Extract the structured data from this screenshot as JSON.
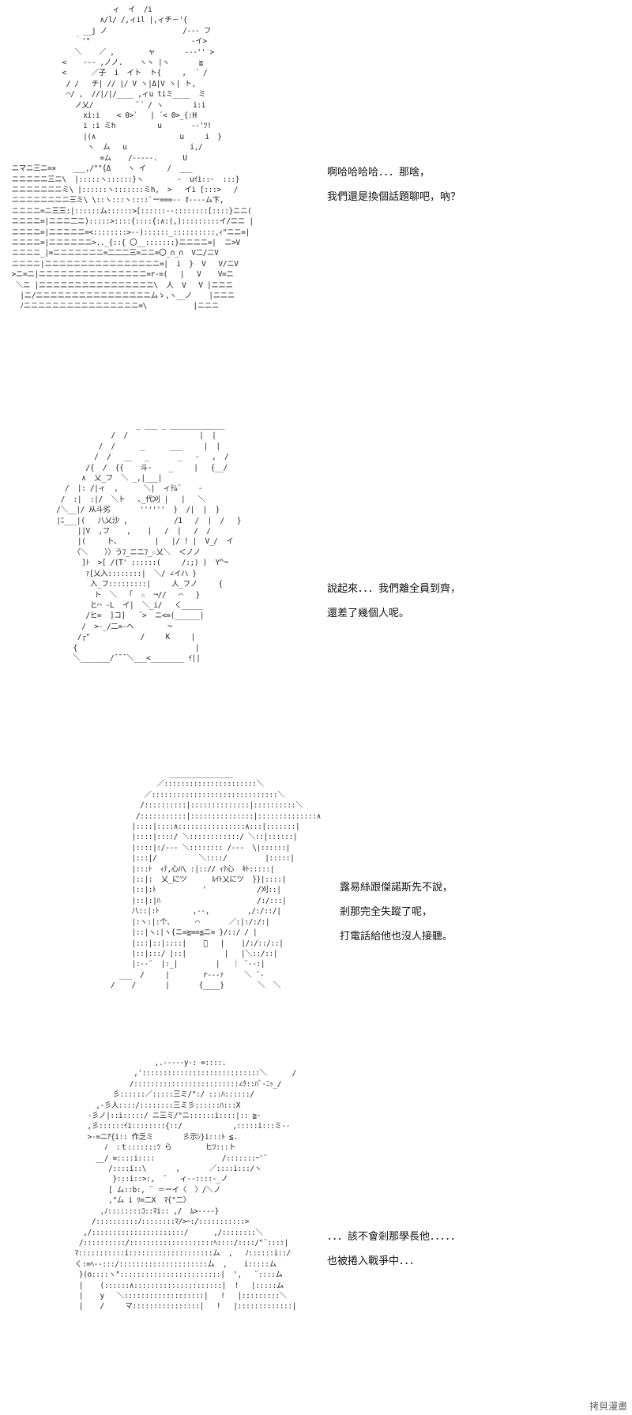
{
  "panels": [
    {
      "id": "panel-1",
      "dialogue": [
        "啊哈哈哈哈．．．那啥，",
        "我們還是換個話題聊吧，吶？"
      ]
    },
    {
      "id": "panel-2",
      "dialogue": [
        "說起來．．．我們離全員到齊，",
        "還差了幾個人呢。"
      ]
    },
    {
      "id": "panel-3",
      "dialogue": [
        "露易絲跟傑諾斯先不說，",
        "剎那完全失蹤了呢，",
        "打電話給他也沒人接聽。"
      ]
    },
    {
      "id": "panel-4",
      "dialogue": [
        "．．．該不會剎那學長他．．．．．",
        "也被捲入戰爭中．．．"
      ]
    }
  ],
  "watermark": "拷貝漫畫"
}
